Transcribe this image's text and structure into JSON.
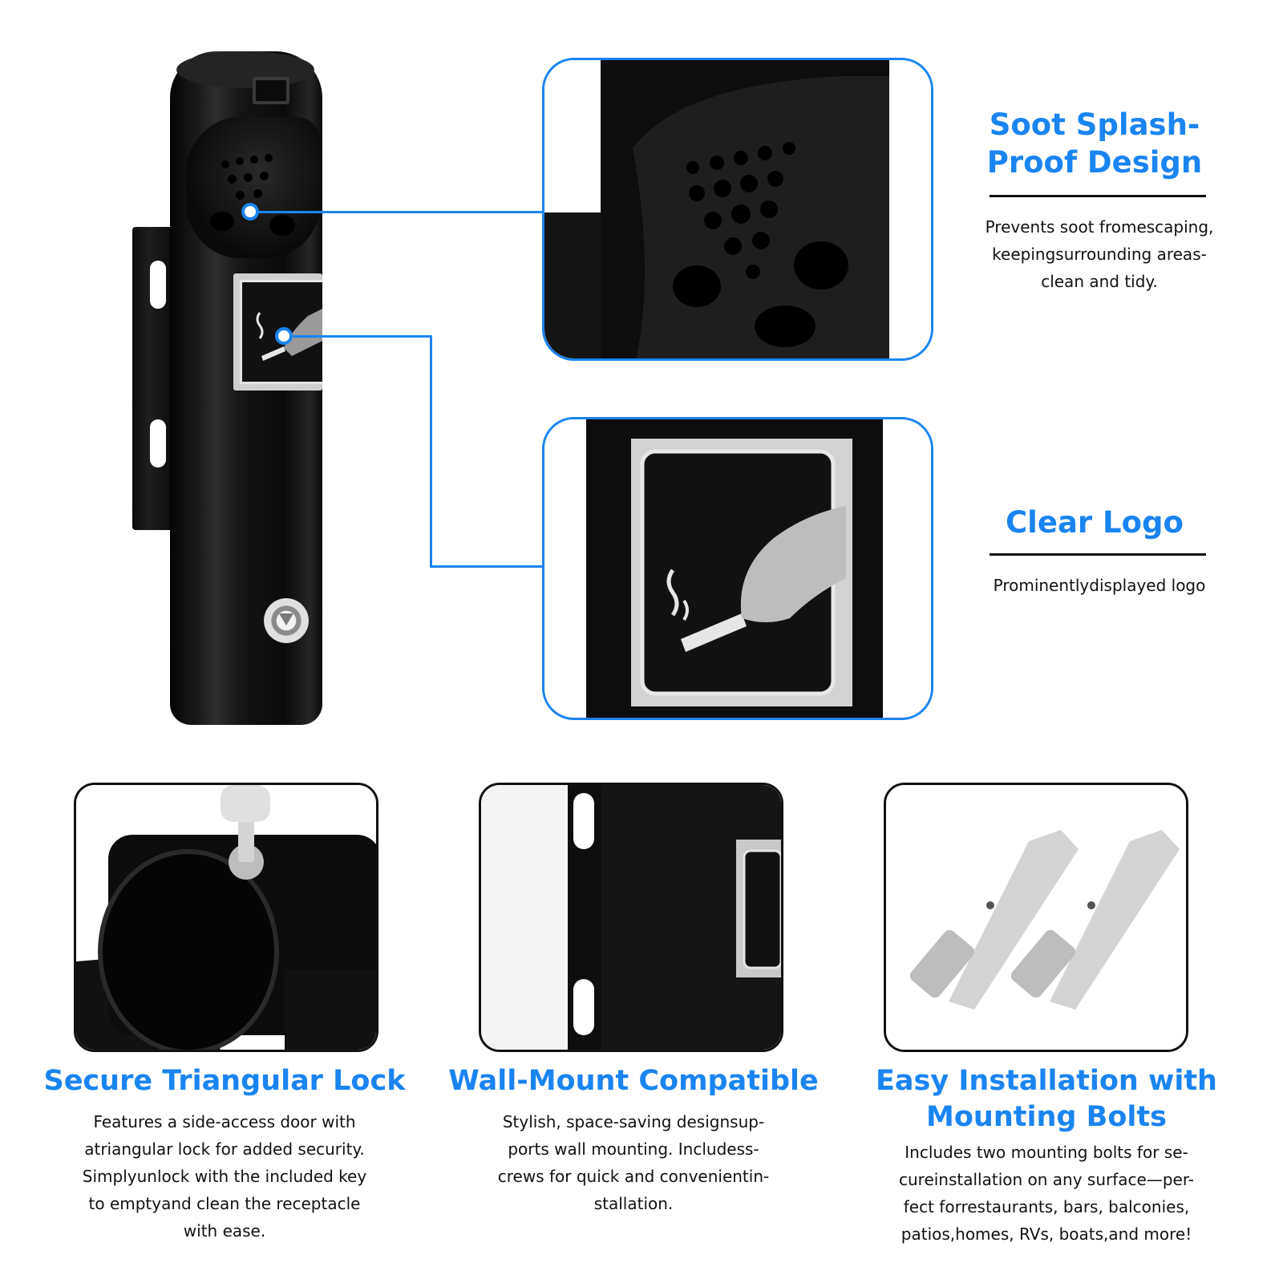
{
  "features": {
    "soot": {
      "title": "Soot Splash-\nProof Design",
      "desc": "Prevents soot fromescaping,\nkeepingsurrounding areas-\nclean and tidy."
    },
    "logo": {
      "title": "Clear Logo",
      "desc": "Prominentlydisplayed logo"
    },
    "lock": {
      "title": "Secure Triangular Lock",
      "desc": "Features a side-access door with\natriangular lock for added security.\nSimplyunlock with the included key\nto emptyand clean the receptacle\nwith ease."
    },
    "wall": {
      "title": "Wall-Mount Compatible",
      "desc": "Stylish, space-saving designsup-\nports wall mounting. Includess-\ncrews for quick and convenientin-\nstallation."
    },
    "install": {
      "title": "Easy Installation with\nMounting Bolts",
      "desc": "Includes two mounting bolts for se-\ncureinstallation on any surface—per-\nfect forrestaurants, bars, balconies,\npatios,homes, RVs, boats,and more!"
    }
  },
  "colors": {
    "accent": "#1a84f1",
    "text": "#111111",
    "product": "#0b0b0b"
  }
}
